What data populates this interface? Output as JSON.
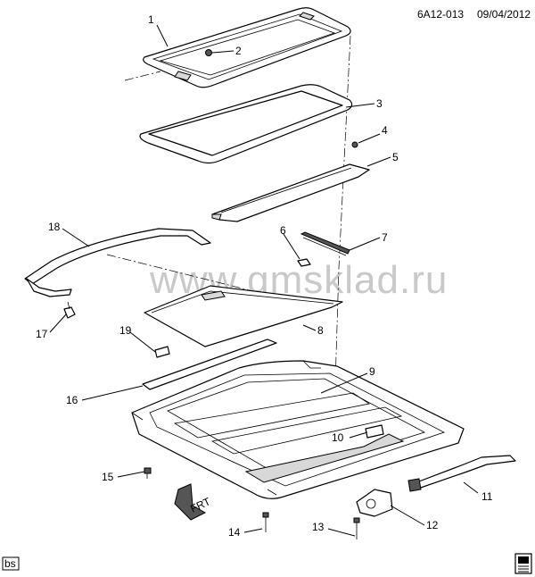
{
  "header": {
    "ref": "6A12-013",
    "date": "09/04/2012"
  },
  "watermark": "www.gmsklad.ru",
  "footer": {
    "left_tag": "bs"
  },
  "arrow_label": "FRT",
  "callouts": [
    "1",
    "2",
    "3",
    "4",
    "5",
    "6",
    "7",
    "8",
    "9",
    "10",
    "11",
    "12",
    "13",
    "14",
    "15",
    "16",
    "17",
    "18",
    "19"
  ],
  "colors": {
    "line": "#000000",
    "watermark": "#c9c9c9",
    "background": "#ffffff"
  }
}
